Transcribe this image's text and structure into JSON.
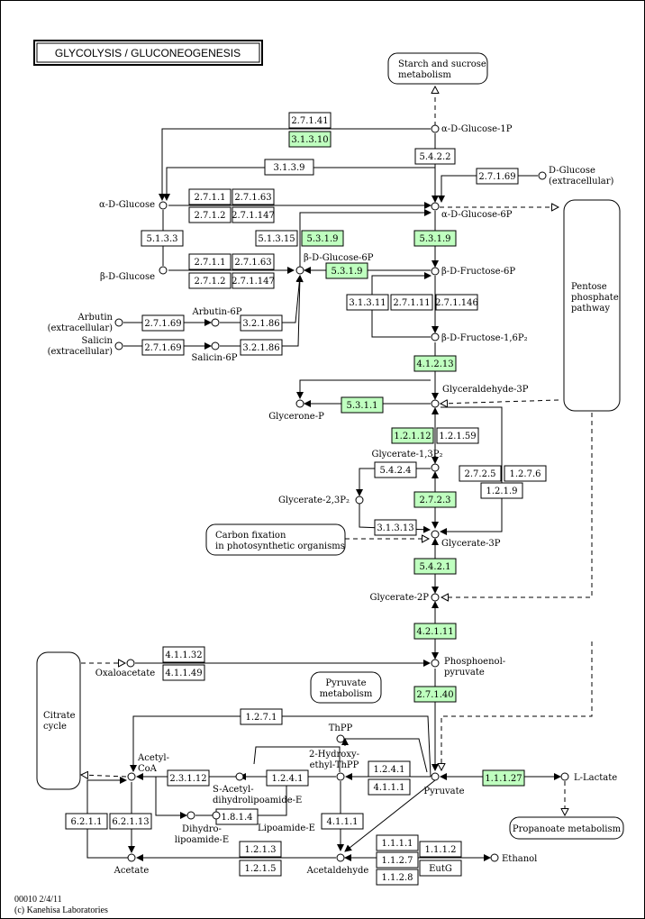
{
  "title": "GLYCOLYSIS / GLUCONEOGENESIS",
  "colors": {
    "highlight": "#bfffbf",
    "line": "#000000",
    "background": "#ffffff"
  },
  "maps": {
    "starch": [
      "Starch and sucrose",
      "metabolism"
    ],
    "pentose": [
      "Pentose",
      "phosphate",
      "pathway"
    ],
    "carbon": [
      "Carbon fixation",
      "in photosynthetic organisms"
    ],
    "pyruvate": [
      "Pyruvate",
      "metabolism"
    ],
    "citrate": [
      "Citrate",
      "cycle"
    ],
    "propanoate": [
      "Propanoate metabolism"
    ]
  },
  "compounds": {
    "a_d_glucose_1p": "α-D-Glucose-1P",
    "d_glucose_ext": [
      "D-Glucose",
      "(extracellular)"
    ],
    "a_d_glucose": "α-D-Glucose",
    "a_d_glucose_6p": "α-D-Glucose-6P",
    "b_d_glucose": "β-D-Glucose",
    "b_d_glucose_6p": "β-D-Glucose-6P",
    "b_d_fructose_6p": "β-D-Fructose-6P",
    "arbutin": [
      "Arbutin",
      "(extracellular)"
    ],
    "arbutin_6p": "Arbutin-6P",
    "salicin": [
      "Salicin",
      "(extracellular)"
    ],
    "salicin_6p": "Salicin-6P",
    "b_d_fructose_16p": "β-D-Fructose-1,6P₂",
    "glyceraldehyde_3p": "Glyceraldehyde-3P",
    "glycerone_p": "Glycerone-P",
    "glycerate_13p": "Glycerate-1,3P₂",
    "glycerate_23p": "Glycerate-2,3P₂",
    "glycerate_3p": "Glycerate-3P",
    "glycerate_2p": "Glycerate-2P",
    "pep": [
      "Phosphoenol-",
      "pyruvate"
    ],
    "oxaloacetate": "Oxaloacetate",
    "thpp": "ThPP",
    "hydroxyethyl_thpp": [
      "2-Hydroxy-",
      "ethyl-ThPP"
    ],
    "acetyl_coa": [
      "Acetyl-",
      "CoA"
    ],
    "s_acetyl": [
      "S-Acetyl-",
      "dihydrolipoamide-E"
    ],
    "dihydrolipoamide": [
      "Dihydro-",
      "lipoamide-E"
    ],
    "lipoamide": "Lipoamide-E",
    "pyruvate": "Pyruvate",
    "l_lactate": "L-Lactate",
    "acetate": "Acetate",
    "acetaldehyde": "Acetaldehyde",
    "ethanol": "Ethanol"
  },
  "enzymes": {
    "e_27141": "2.7.1.41",
    "e_31310": "3.1.3.10",
    "e_5422": "5.4.2.2",
    "e_3139": "3.1.3.9",
    "e_27169a": "2.7.1.69",
    "e_2711a": "2.7.1.1",
    "e_27163a": "2.7.1.63",
    "e_2712a": "2.7.1.2",
    "e_271147a": "2.7.1.147",
    "e_5133": "5.1.3.3",
    "e_51315": "5.1.3.15",
    "e_5319a": "5.3.1.9",
    "e_5319b": "5.3.1.9",
    "e_2711b": "2.7.1.1",
    "e_27163b": "2.7.1.63",
    "e_2712b": "2.7.1.2",
    "e_271147b": "2.7.1.147",
    "e_5319c": "5.3.1.9",
    "e_31311": "3.1.3.11",
    "e_27111": "2.7.1.11",
    "e_271146": "2.7.1.146",
    "e_27169b": "2.7.1.69",
    "e_32186a": "3.2.1.86",
    "e_27169c": "2.7.1.69",
    "e_32186b": "3.2.1.86",
    "e_41213": "4.1.2.13",
    "e_5311": "5.3.1.1",
    "e_12112": "1.2.1.12",
    "e_12159": "1.2.1.59",
    "e_5424": "5.4.2.4",
    "e_2725": "2.7.2.5",
    "e_2726": "1.2.7.6",
    "e_1219": "1.2.1.9",
    "e_2723": "2.7.2.3",
    "e_31313": "3.1.3.13",
    "e_5421": "5.4.2.1",
    "e_42111": "4.2.1.11",
    "e_41132": "4.1.1.32",
    "e_41149": "4.1.1.49",
    "e_27140": "2.7.1.40",
    "e_1271": "1.2.7.1",
    "e_23112": "2.3.1.12",
    "e_1241a": "1.2.4.1",
    "e_1241b": "1.2.4.1",
    "e_4111a": "4.1.1.1",
    "e_11127": "1.1.1.27",
    "e_6211": "6.2.1.1",
    "e_62113": "6.2.1.13",
    "e_1814": "1.8.1.4",
    "e_4111b": "4.1.1.1",
    "e_1213": "1.2.1.3",
    "e_1215": "1.2.1.5",
    "e_1111": "1.1.1.1",
    "e_1112": "1.1.1.2",
    "e_1127": "1.1.2.7",
    "e_eutg": "EutG",
    "e_1128": "1.1.2.8"
  },
  "footer": {
    "map_id": "00010 2/4/11",
    "copyright": "(c) Kanehisa Laboratories"
  }
}
